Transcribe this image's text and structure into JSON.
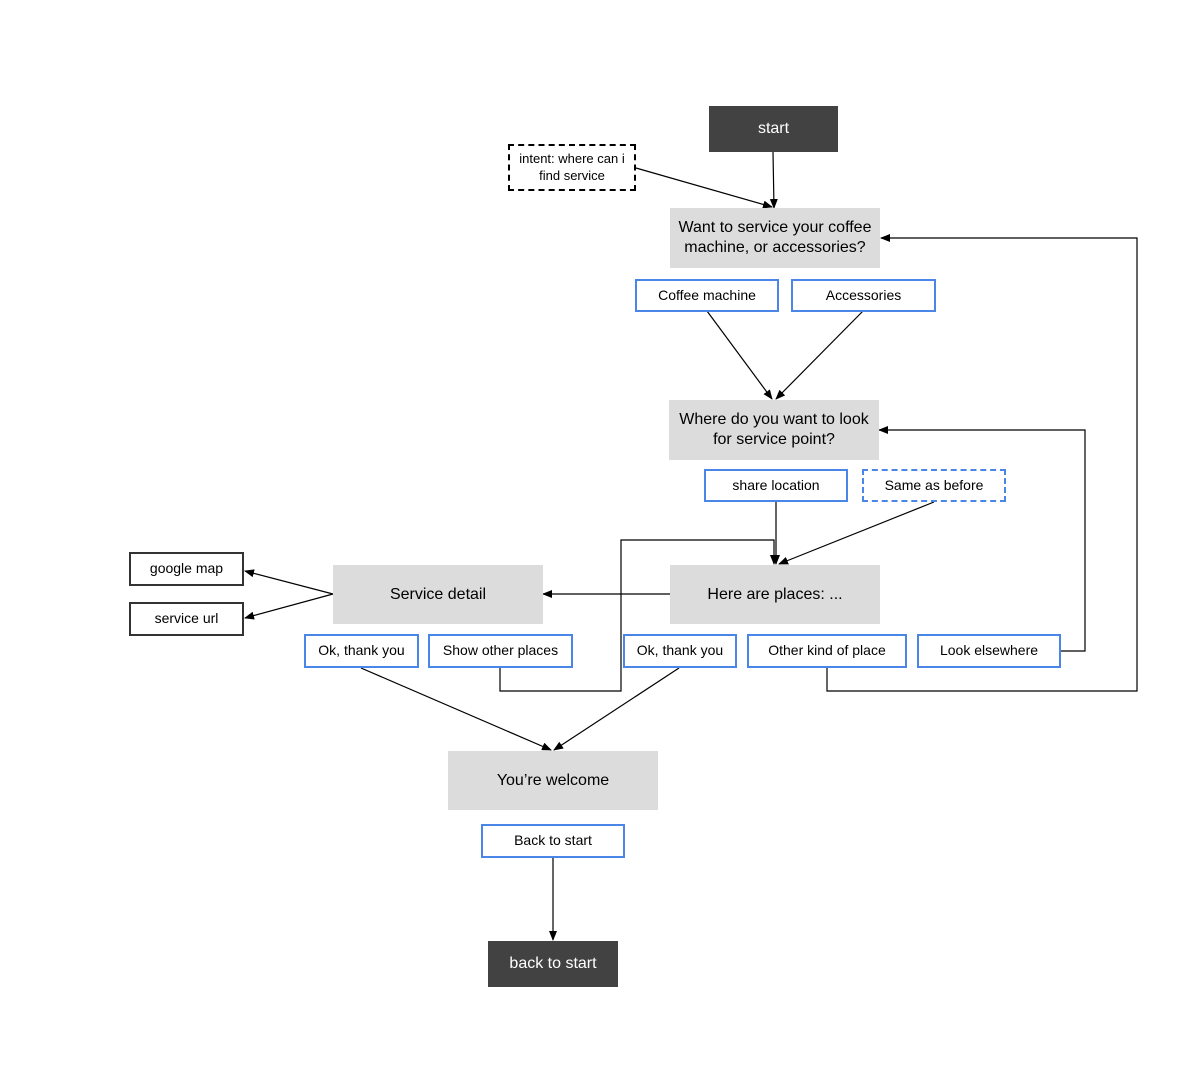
{
  "nodes": {
    "start": "start",
    "intent": "intent: where can i find service",
    "q_service": "Want to service your coffee machine, or accessories?",
    "opt_coffee": "Coffee machine",
    "opt_accessories": "Accessories",
    "q_where": "Where do you want to look for service point?",
    "opt_share": "share location",
    "opt_same": "Same as before",
    "places": "Here are places: ...",
    "service_detail": "Service detail",
    "google_map": "google map",
    "service_url": "service url",
    "opt_ok1": "Ok, thank you",
    "opt_other_places": "Show other places",
    "opt_ok2": "Ok, thank you",
    "opt_other_kind": "Other kind of place",
    "opt_elsewhere": "Look elsewhere",
    "welcome": "You’re welcome",
    "opt_back": "Back to start",
    "back_terminal": "back to start"
  },
  "colors": {
    "terminal": "#424242",
    "message": "#dcdcdc",
    "option_border": "#4a86e8",
    "line": "#000000"
  }
}
